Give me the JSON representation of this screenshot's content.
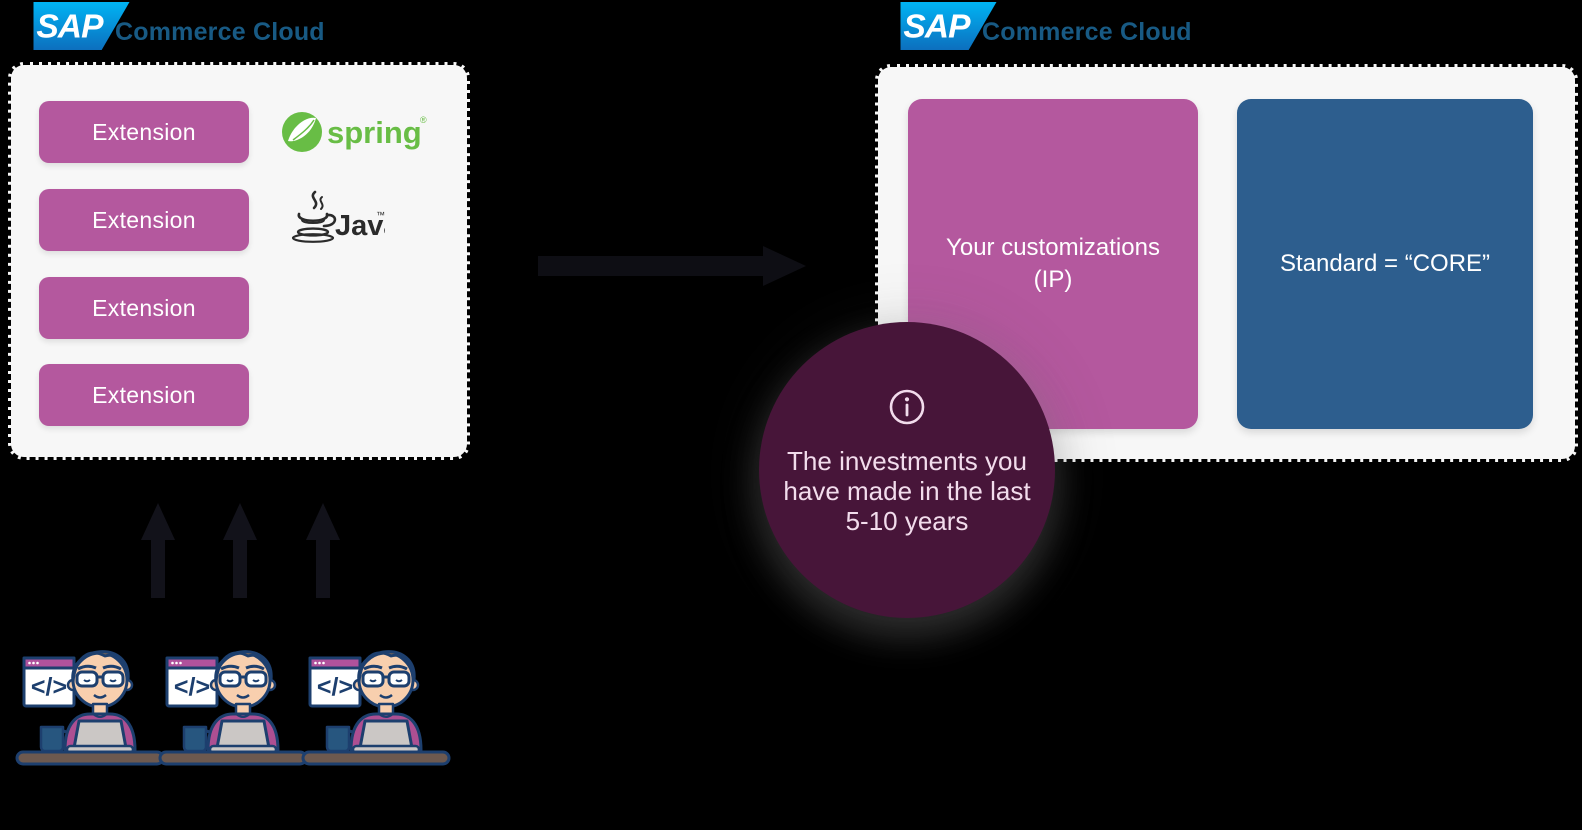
{
  "canvas": {
    "background": "#000000"
  },
  "left_diagram": {
    "brand": {
      "logo": "SAP",
      "product": "Commerce Cloud",
      "product_color": "#185a84"
    },
    "extensions": [
      {
        "label": "Extension"
      },
      {
        "label": "Extension"
      },
      {
        "label": "Extension"
      },
      {
        "label": "Extension"
      }
    ],
    "extension_color": "#b4589e",
    "spring_logo_text": "spring",
    "spring_registered": "®",
    "spring_color": "#68bd45",
    "java_logo_text": "Java",
    "java_trademark": "™"
  },
  "right_diagram": {
    "brand": {
      "logo": "SAP",
      "product": "Commerce Cloud"
    },
    "customizations_box": {
      "line1": "Your customizations",
      "line2": "(IP)",
      "color": "#b4589e"
    },
    "standard_box": {
      "label": "Standard = “CORE”",
      "color": "#2d5e8e"
    }
  },
  "tooltip": {
    "lines": [
      "The investments you",
      "have made in the last",
      "5-10 years"
    ],
    "background": "#471539",
    "text_color": "#f2dcec"
  },
  "developers": {
    "code_glyph": "</>"
  }
}
